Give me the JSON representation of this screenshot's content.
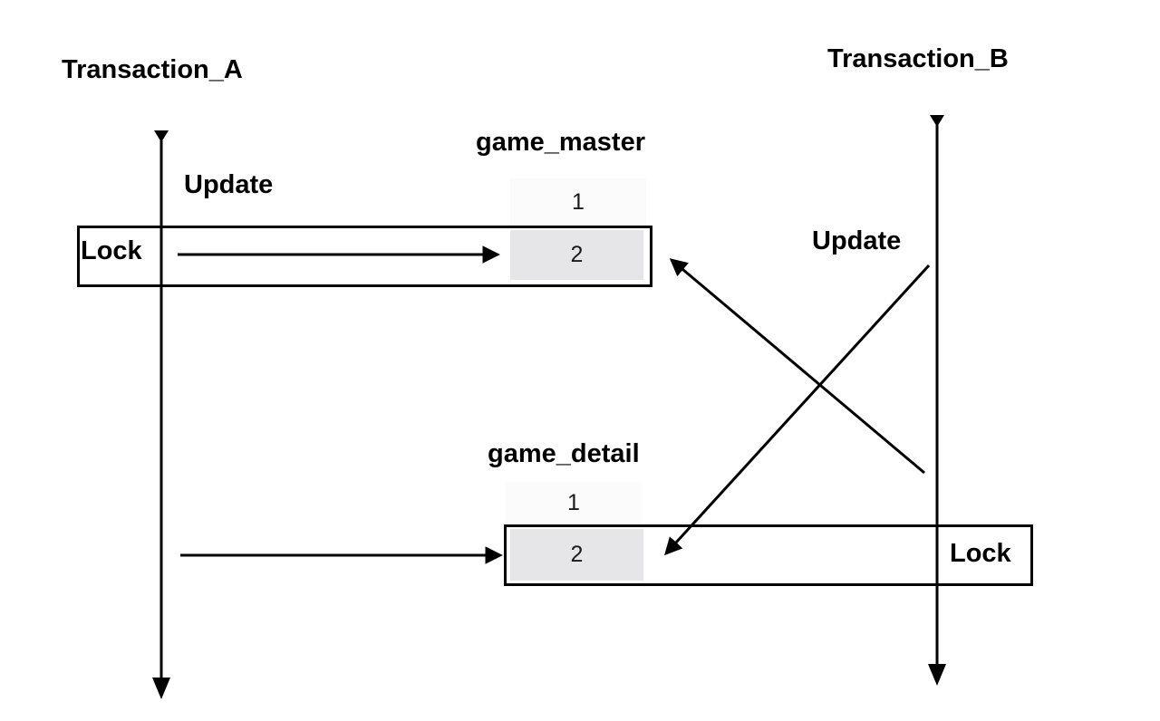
{
  "colors": {
    "background": "#ffffff",
    "line": "#000000",
    "locked_cell_fill": "#e6e6e8",
    "free_cell_fill": "#fbfbfb"
  },
  "lanes": {
    "a": {
      "title": "Transaction_A",
      "update": "Update",
      "lock": "Lock"
    },
    "b": {
      "title": "Transaction_B",
      "update": "Update",
      "lock": "Lock"
    }
  },
  "tables": {
    "game_master": {
      "title": "game_master",
      "row1": "1",
      "row2": "2"
    },
    "game_detail": {
      "title": "game_detail",
      "row1": "1",
      "row2": "2"
    }
  }
}
